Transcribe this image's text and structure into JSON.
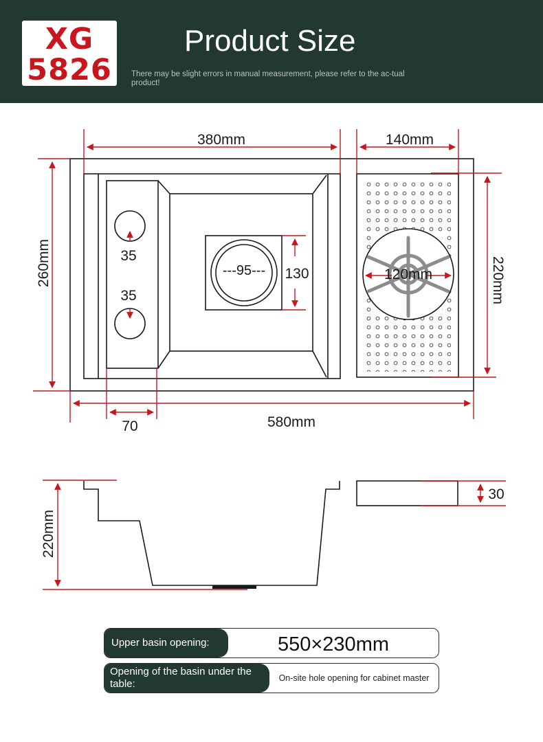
{
  "header": {
    "logo_line1": "XG",
    "logo_line2": "5826",
    "title": "Product Size",
    "subtitle": "There may be slight errors in manual measurement, please refer to the ac-tual product!"
  },
  "dimensions": {
    "basin_width": "380mm",
    "board_width": "140mm",
    "total_depth": "260mm",
    "board_depth": "220mm",
    "total_width": "580mm",
    "tray_width": "70",
    "hole1": "35",
    "hole2": "35",
    "drain_diameter": "---95---",
    "drain_box": "130",
    "burner": "120mm",
    "basin_height": "220mm",
    "board_height": "30"
  },
  "specs": {
    "upper_label": "Upper basin opening:",
    "upper_value": "550×230mm",
    "lower_label": "Opening of the basin under the table:",
    "lower_value": "On-site hole opening for cabinet master"
  },
  "colors": {
    "header_bg": "#22392f",
    "dimension_red": "#c8161d",
    "outline": "#1a1a1a"
  }
}
